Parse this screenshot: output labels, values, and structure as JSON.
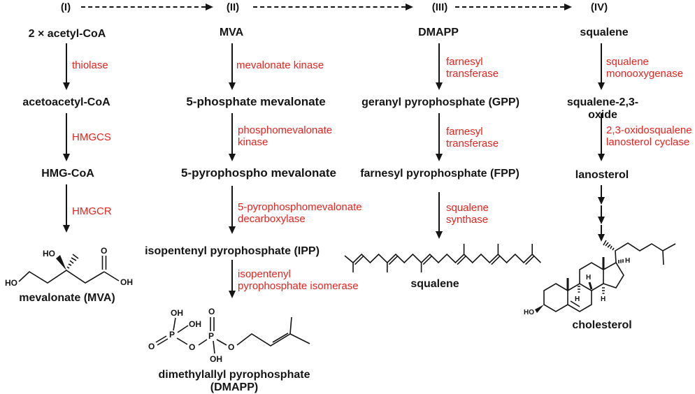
{
  "header": {
    "stage1": "(I)",
    "stage2": "(II)",
    "stage3": "(III)",
    "stage4": "(IV)"
  },
  "col1": {
    "compound1": "2 × acetyl-CoA",
    "enzyme1": "thiolase",
    "compound2": "acetoacetyl-CoA",
    "enzyme2": "HMGCS",
    "compound3": "HMG-CoA",
    "enzyme3": "HMGCR",
    "compound4": "mevalonate (MVA)"
  },
  "col2": {
    "compound1": "MVA",
    "enzyme1": "mevalonate kinase",
    "compound2": "5-phosphate mevalonate",
    "enzyme2": "phosphomevalonate\nkinase",
    "compound3": "5-pyrophospho mevalonate",
    "enzyme3": "5-pyrophosphomevalonate\ndecarboxylase",
    "compound4": "isopentenyl pyrophosphate (IPP)",
    "enzyme4": "isopentenyl\npyrophosphate isomerase",
    "compound5": "dimethylallyl pyrophosphate\n(DMAPP)"
  },
  "col3": {
    "compound1": "DMAPP",
    "enzyme1": "farnesyl\ntransferase",
    "compound2": "geranyl pyrophosphate (GPP)",
    "enzyme2": "farnesyl\ntransferase",
    "compound3": "farnesyl pyrophosphate (FPP)",
    "enzyme3": "squalene\nsynthase",
    "compound4": "squalene"
  },
  "col4": {
    "compound1": "squalene",
    "enzyme1": "squalene\nmonooxygenase",
    "compound2": "squalene-2,3-oxide",
    "enzyme2": "2,3-oxidosqualene\nlanosterol cyclase",
    "compound3": "lanosterol",
    "compound4": "cholesterol"
  },
  "atoms": {
    "mva": {
      "ho_left": "HO",
      "ho_top": "HO",
      "o_top": "O",
      "oh_right": "OH"
    },
    "dmapp": {
      "oh1": "OH",
      "p1": "P",
      "oh2": "OH",
      "o_left": "O",
      "o_bridge": "O",
      "p2": "P",
      "o_top": "O",
      "oh3": "OH",
      "o_ester": "O"
    },
    "chol": {
      "ho": "HO",
      "h1": "H",
      "h2": "H",
      "h3": "H",
      "h4": "H"
    }
  },
  "colors": {
    "enzyme_red": "#e8231e",
    "ink": "#151515",
    "background": "#ffffff"
  }
}
